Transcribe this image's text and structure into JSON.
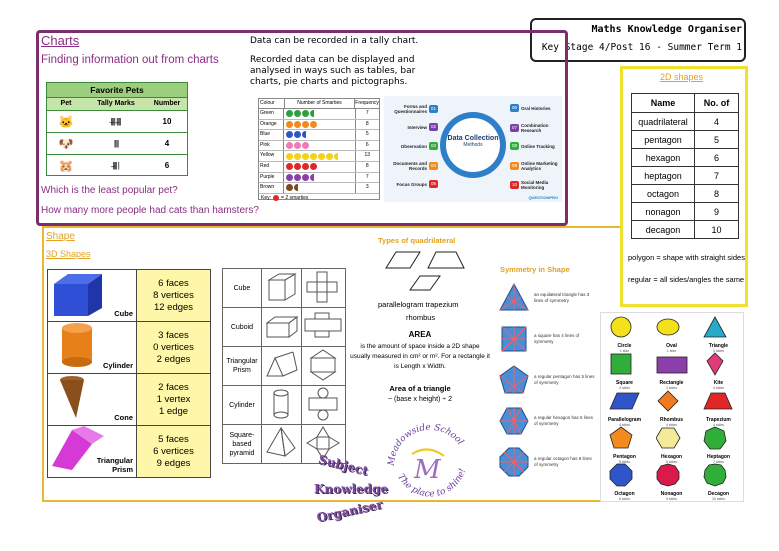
{
  "header": {
    "title": "Maths Knowledge Organiser",
    "subtitle": "Key Stage 4/Post 16 - Summer Term 1"
  },
  "charts": {
    "heading": "Charts",
    "subheading": "Finding information out from charts",
    "intro1": "Data can be recorded in a tally chart.",
    "intro2": "Recorded data can be displayed and analysed in ways such as tables, bar charts, pie charts and pictographs.",
    "question1": "Which is the least popular pet?",
    "question2": "How many more people had cats than hamsters?",
    "pets_table": {
      "title": "Favorite Pets",
      "headers": [
        "Pet",
        "Tally Marks",
        "Number"
      ],
      "rows": [
        {
          "tally": "̶|||| ̶||||",
          "number": "10"
        },
        {
          "tally": "||||",
          "number": "4"
        },
        {
          "tally": "̶|||| |",
          "number": "6"
        }
      ]
    },
    "pictogram": {
      "headers": [
        "Colour",
        "Number of Smarties",
        "Frequency"
      ],
      "rows": [
        {
          "colour": "Green",
          "freq": "7",
          "count": 3.5,
          "color": "#2e9e3e"
        },
        {
          "colour": "Orange",
          "freq": "8",
          "count": 4,
          "color": "#f28a1d"
        },
        {
          "colour": "Blue",
          "freq": "5",
          "count": 2.5,
          "color": "#2f55c9"
        },
        {
          "colour": "Pink",
          "freq": "6",
          "count": 3,
          "color": "#f07ab5"
        },
        {
          "colour": "Yellow",
          "freq": "13",
          "count": 6.5,
          "color": "#f5d214"
        },
        {
          "colour": "Red",
          "freq": "8",
          "count": 4,
          "color": "#e02626"
        },
        {
          "colour": "Purple",
          "freq": "7",
          "count": 3.5,
          "color": "#8b3fa8"
        },
        {
          "colour": "Brown",
          "freq": "3",
          "count": 1.5,
          "color": "#7a4a21"
        }
      ],
      "key": "Key:",
      "key_text": "= 2 smarties"
    },
    "data_collection": {
      "center_title": "Data Collection",
      "center_sub": "Methods",
      "left": [
        {
          "num": "01",
          "label": "Forms and Questionnaires"
        },
        {
          "num": "02",
          "label": "Interview"
        },
        {
          "num": "03",
          "label": "Observation"
        },
        {
          "num": "04",
          "label": "Documents and Records"
        },
        {
          "num": "05",
          "label": "Focus Groups"
        }
      ],
      "right": [
        {
          "num": "06",
          "label": "Oral Histories"
        },
        {
          "num": "07",
          "label": "Combination Research"
        },
        {
          "num": "08",
          "label": "Online Tracking"
        },
        {
          "num": "09",
          "label": "Online Marketing Analytics"
        },
        {
          "num": "10",
          "label": "Social Media Monitoring"
        }
      ],
      "brand": "QUESTIONPRO"
    }
  },
  "shapes2d": {
    "heading": "2D shapes",
    "headers": [
      "Name",
      "No. of"
    ],
    "rows": [
      {
        "name": "quadrilateral",
        "n": "4"
      },
      {
        "name": "pentagon",
        "n": "5"
      },
      {
        "name": "hexagon",
        "n": "6"
      },
      {
        "name": "heptagon",
        "n": "7"
      },
      {
        "name": "octagon",
        "n": "8"
      },
      {
        "name": "nonagon",
        "n": "9"
      },
      {
        "name": "decagon",
        "n": "10"
      }
    ],
    "polygon_def": "polygon = shape with straight sides",
    "regular_def": "regular = all sides/angles the same"
  },
  "shape": {
    "heading": "Shape",
    "subheading": "3D Shapes",
    "solids": [
      {
        "name": "Cube",
        "p1": "6 faces",
        "p2": "8 vertices",
        "p3": "12 edges"
      },
      {
        "name": "Cylinder",
        "p1": "3 faces",
        "p2": "0 vertices",
        "p3": "2 edges"
      },
      {
        "name": "Cone",
        "p1": "2 faces",
        "p2": "1 vertex",
        "p3": "1 edge"
      },
      {
        "name": "Triangular Prism",
        "p1": "5 faces",
        "p2": "6 vertices",
        "p3": "9 edges"
      }
    ],
    "nets": [
      "Cube",
      "Cuboid",
      "Triangular Prism",
      "Cylinder",
      "Square-based pyramid"
    ],
    "quad_heading": "Types of quadrilateral",
    "quad_labels": "parallelogram  trapezium",
    "quad_label2": "rhombus",
    "area_heading": "AREA",
    "area_text": "is the amount of space inside a 2D shape usually measured in cm² or m². For a rectangle it is  Length x Width.",
    "tri_heading": "Area of a triangle",
    "tri_formula": "~ (base x height) ÷ 2",
    "symmetry_heading": "Symmetry in Shape",
    "symmetry": [
      "an equilateral triangle has 3 lines of symmetry",
      "a square has 4 lines of symmetry",
      "a regular pentagon has 5 lines of symmetry",
      "a regular hexagon has 6 lines of symmetry",
      "a regular octagon has 8 lines of symmetry"
    ],
    "grid_shapes": [
      {
        "name": "Circle",
        "sub": "1 side",
        "color": "#f5e11a"
      },
      {
        "name": "Oval",
        "sub": "1 side",
        "color": "#f5e11a"
      },
      {
        "name": "Triangle",
        "sub": "3 sides",
        "color": "#27a9c9"
      },
      {
        "name": "Square",
        "sub": "4 sides",
        "color": "#2fae3a"
      },
      {
        "name": "Rectangle",
        "sub": "4 sides",
        "color": "#8b3fa8"
      },
      {
        "name": "Kite",
        "sub": "4 sides",
        "color": "#e03b7a"
      },
      {
        "name": "Parallelogram",
        "sub": "4 sides",
        "color": "#2f55c9"
      },
      {
        "name": "Rhombus",
        "sub": "4 sides",
        "color": "#f07a1d"
      },
      {
        "name": "Trapezium",
        "sub": "4 sides",
        "color": "#e02626"
      },
      {
        "name": "Pentagon",
        "sub": "5 sides",
        "color": "#f28a1d"
      },
      {
        "name": "Hexagon",
        "sub": "6 sides",
        "color": "#f5e99a"
      },
      {
        "name": "Heptagon",
        "sub": "7 sides",
        "color": "#2fae3a"
      },
      {
        "name": "Octagon",
        "sub": "8 sides",
        "color": "#2f55c9"
      },
      {
        "name": "Nonagon",
        "sub": "9 sides",
        "color": "#d91a4a"
      },
      {
        "name": "Decagon",
        "sub": "10 sides",
        "color": "#2fae3a"
      }
    ]
  },
  "logos": {
    "ko_line1": "Subject",
    "ko_line2": "Knowledge",
    "ko_line3": "Organiser",
    "school_top": "Meadowside School",
    "school_bottom": "The place to shine!"
  }
}
